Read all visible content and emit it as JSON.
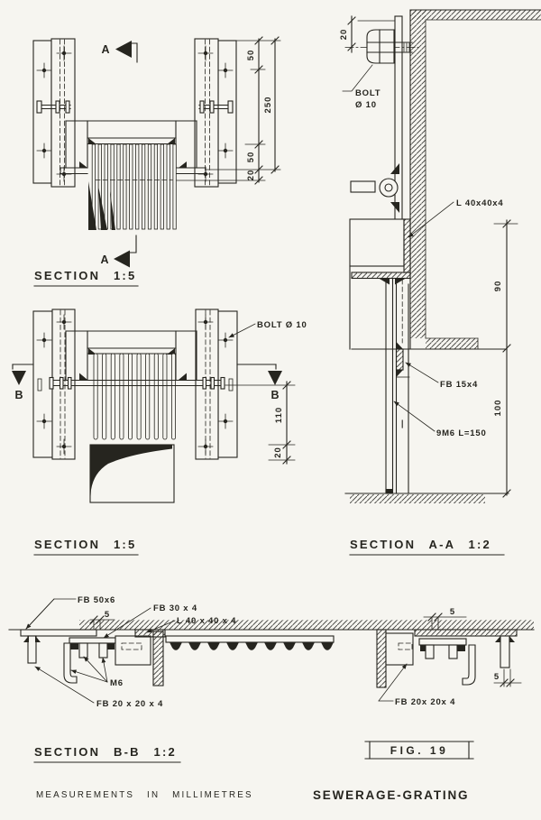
{
  "colors": {
    "ink": "#26251f",
    "paper": "#f6f5f0"
  },
  "top_section": {
    "title": "SECTION 1:5",
    "marker": "A",
    "dims": {
      "top50": "50",
      "overall250": "250",
      "bottom50": "50",
      "edge20": "20"
    }
  },
  "mid_section": {
    "title": "SECTION 1:5",
    "marker": "B",
    "bolt_label": "BOLT Ø 10",
    "dims": {
      "depth110": "110",
      "edge20": "20"
    }
  },
  "aa_section": {
    "title": "SECTION A-A 1:2",
    "bolt_word": "BOLT",
    "bolt_dia": "Ø 10",
    "angle_label": "L 40x40x4",
    "fb_label": "FB 15x4",
    "rod_label": "9M6 L=150",
    "dims": {
      "top20": "20",
      "mid90": "90",
      "bottom100": "100"
    }
  },
  "bb_section": {
    "title": "SECTION B-B 1:2",
    "labels": {
      "fb50": "FB 50x6",
      "fb30": "FB 30 x 4",
      "angle": "L 40 x 40 x 4",
      "m6": "M6",
      "fb20_left": "FB 20 x 20 x 4",
      "fb20_right": "FB 20x 20x 4"
    },
    "dims": {
      "left5": "5",
      "top5": "5",
      "right5": "5"
    }
  },
  "figure": {
    "number": "FIG. 19"
  },
  "footer": {
    "note": "MEASUREMENTS IN MILLIMETRES",
    "title": "SEWERAGE-GRATING"
  }
}
